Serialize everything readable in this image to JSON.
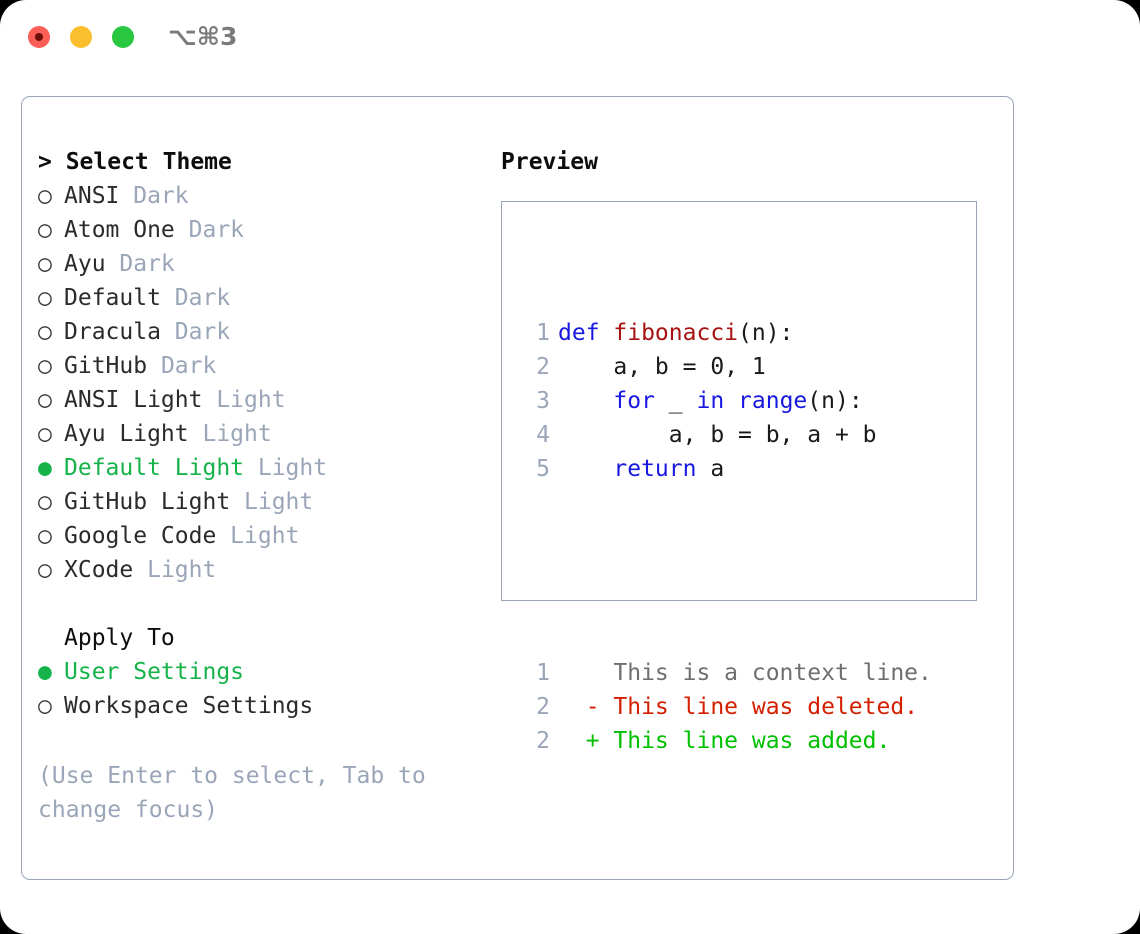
{
  "titlebar": {
    "buttons": [
      {
        "name": "close",
        "color": "#fb5e57"
      },
      {
        "name": "minimize",
        "color": "#fbbe2f"
      },
      {
        "name": "maximize",
        "color": "#29c63f"
      }
    ],
    "shortcut": "⌥⌘3"
  },
  "theme_list": {
    "header": "> Select Theme",
    "items": [
      {
        "bullet": "○",
        "label": "ANSI",
        "tag": "Dark",
        "selected": false
      },
      {
        "bullet": "○",
        "label": "Atom One",
        "tag": "Dark",
        "selected": false
      },
      {
        "bullet": "○",
        "label": "Ayu",
        "tag": "Dark",
        "selected": false
      },
      {
        "bullet": "○",
        "label": "Default",
        "tag": "Dark",
        "selected": false
      },
      {
        "bullet": "○",
        "label": "Dracula",
        "tag": "Dark",
        "selected": false
      },
      {
        "bullet": "○",
        "label": "GitHub",
        "tag": "Dark",
        "selected": false
      },
      {
        "bullet": "○",
        "label": "ANSI Light",
        "tag": "Light",
        "selected": false
      },
      {
        "bullet": "○",
        "label": "Ayu Light",
        "tag": "Light",
        "selected": false
      },
      {
        "bullet": "●",
        "label": "Default Light",
        "tag": "Light",
        "selected": true
      },
      {
        "bullet": "○",
        "label": "GitHub Light",
        "tag": "Light",
        "selected": false
      },
      {
        "bullet": "○",
        "label": "Google Code",
        "tag": "Light",
        "selected": false
      },
      {
        "bullet": "○",
        "label": "XCode",
        "tag": "Light",
        "selected": false
      }
    ]
  },
  "apply_to": {
    "title": "Apply To",
    "items": [
      {
        "bullet": "●",
        "label": "User Settings",
        "selected": true
      },
      {
        "bullet": "○",
        "label": "Workspace Settings",
        "selected": false
      }
    ]
  },
  "hint": "(Use Enter to select, Tab to change focus)",
  "preview": {
    "title": "Preview",
    "code_lines": [
      {
        "number": "1",
        "tokens": [
          {
            "text": "def ",
            "style": "kw"
          },
          {
            "text": "fibonacci",
            "style": "fn"
          },
          {
            "text": "(n):",
            "style": "pln"
          }
        ]
      },
      {
        "number": "2",
        "tokens": [
          {
            "text": "    a, b = 0, 1",
            "style": "pln"
          }
        ]
      },
      {
        "number": "3",
        "tokens": [
          {
            "text": "    ",
            "style": "pln"
          },
          {
            "text": "for",
            "style": "kw"
          },
          {
            "text": " _ ",
            "style": "pln"
          },
          {
            "text": "in",
            "style": "kw"
          },
          {
            "text": " ",
            "style": "pln"
          },
          {
            "text": "range",
            "style": "kw"
          },
          {
            "text": "(n):",
            "style": "pln"
          }
        ]
      },
      {
        "number": "4",
        "tokens": [
          {
            "text": "        a, b = b, a + b",
            "style": "pln"
          }
        ]
      },
      {
        "number": "5",
        "tokens": [
          {
            "text": "    ",
            "style": "pln"
          },
          {
            "text": "return",
            "style": "kw"
          },
          {
            "text": " a",
            "style": "pln"
          }
        ]
      }
    ],
    "diff_lines": [
      {
        "number": "1",
        "marker": "  ",
        "text": "This is a context line.",
        "style": "ctx"
      },
      {
        "number": "2",
        "marker": "- ",
        "text": "This line was deleted.",
        "style": "del"
      },
      {
        "number": "2",
        "marker": "+ ",
        "text": "This line was added.",
        "style": "add"
      }
    ]
  },
  "colors": {
    "border": "#9aa6b8",
    "accent_green": "#15b34a",
    "keyword_blue": "#1818e0",
    "function_red": "#a61212",
    "diff_deleted": "#d32000",
    "diff_added": "#00c000",
    "muted": "#9aa6b8"
  }
}
